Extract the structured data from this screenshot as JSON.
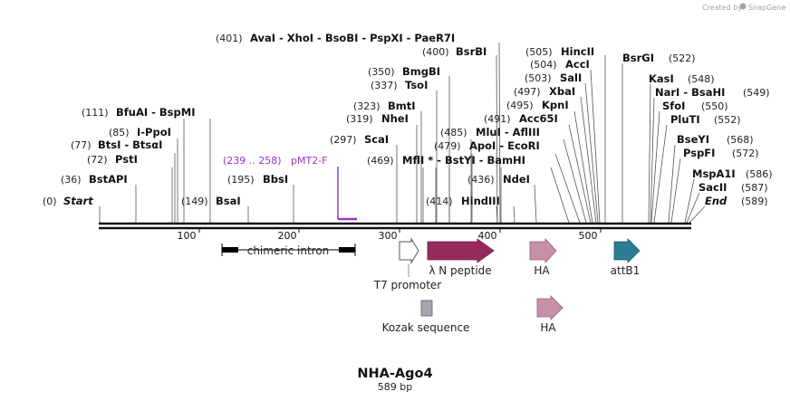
{
  "title": "NHA-Ago4",
  "length_label": "589 bp",
  "credit": {
    "text": "Created by",
    "brand": "SnapGene"
  },
  "ruler": {
    "ticks": [
      {
        "bp": 100,
        "label": "100"
      },
      {
        "bp": 200,
        "label": "200"
      },
      {
        "bp": 300,
        "label": "300"
      },
      {
        "bp": 400,
        "label": "400"
      },
      {
        "bp": 500,
        "label": "500"
      }
    ]
  },
  "sites": [
    {
      "id": "start",
      "pos": "(0)",
      "label": "Start"
    },
    {
      "id": "bstapi",
      "pos": "(36)",
      "label": "BstAPI"
    },
    {
      "id": "psti",
      "pos": "(72)",
      "label": "PstI"
    },
    {
      "id": "btsi",
      "pos": "(77)",
      "label": "BtsI - BtsαI"
    },
    {
      "id": "ippoi",
      "pos": "(85)",
      "label": "I-PpoI"
    },
    {
      "id": "bfuai",
      "pos": "(111)",
      "label": "BfuAI - BspMI"
    },
    {
      "id": "bsai",
      "pos": "(149)",
      "label": "BsaI"
    },
    {
      "id": "bbsi",
      "pos": "(195)",
      "label": "BbsI"
    },
    {
      "id": "scai",
      "pos": "(297)",
      "label": "ScaI"
    },
    {
      "id": "nhei",
      "pos": "(319)",
      "label": "NheI"
    },
    {
      "id": "bmti",
      "pos": "(323)",
      "label": "BmtI"
    },
    {
      "id": "tsoi",
      "pos": "(337)",
      "label": "TsoI"
    },
    {
      "id": "bmgbi",
      "pos": "(350)",
      "label": "BmgBI"
    },
    {
      "id": "bsrbi",
      "pos": "(400)",
      "label": "BsrBI"
    },
    {
      "id": "avai",
      "pos": "(401)",
      "label": "AvaI - XhoI - BsoBI - PspXI - PaeR7I"
    },
    {
      "id": "mfli",
      "pos": "(469)",
      "label": "MflI * - BstYI - BamHI"
    },
    {
      "id": "apoi",
      "pos": "(479)",
      "label": "ApoI - EcoRI"
    },
    {
      "id": "mlui",
      "pos": "(485)",
      "label": "MluI - AflIII"
    },
    {
      "id": "acc65i",
      "pos": "(491)",
      "label": "Acc65I"
    },
    {
      "id": "kpni",
      "pos": "(495)",
      "label": "KpnI"
    },
    {
      "id": "xbai",
      "pos": "(497)",
      "label": "XbaI"
    },
    {
      "id": "sali",
      "pos": "(503)",
      "label": "SalI"
    },
    {
      "id": "acci",
      "pos": "(504)",
      "label": "AccI"
    },
    {
      "id": "hincii",
      "pos": "(505)",
      "label": "HincII"
    },
    {
      "id": "hindiii",
      "pos": "(414)",
      "label": "HindIII"
    },
    {
      "id": "ndei",
      "pos": "(436)",
      "label": "NdeI"
    },
    {
      "id": "bsrgi",
      "pos": "(522)",
      "label": "BsrGI"
    },
    {
      "id": "kasi",
      "pos": "(548)",
      "label": "KasI"
    },
    {
      "id": "nari",
      "pos": "(549)",
      "label": "NarI - BsaHI"
    },
    {
      "id": "sfoi",
      "pos": "(550)",
      "label": "SfoI"
    },
    {
      "id": "pluti",
      "pos": "(552)",
      "label": "PluTI"
    },
    {
      "id": "bseyi",
      "pos": "(568)",
      "label": "BseYI"
    },
    {
      "id": "pspfi",
      "pos": "(572)",
      "label": "PspFI"
    },
    {
      "id": "mspa1i",
      "pos": "(586)",
      "label": "MspA1I"
    },
    {
      "id": "sacii",
      "pos": "(587)",
      "label": "SacII"
    },
    {
      "id": "end",
      "pos": "(589)",
      "label": "End"
    }
  ],
  "primer": {
    "range": "(239 .. 258)",
    "name": "pMT2-F",
    "color": "#9b34c9"
  },
  "features": [
    {
      "id": "intron",
      "name": "chimeric intron",
      "color": "#000000"
    },
    {
      "id": "t7",
      "name": "T7 promoter",
      "color": "#ffffff"
    },
    {
      "id": "lambda",
      "name": "λ N peptide",
      "color": "#962a5e"
    },
    {
      "id": "ha1",
      "name": "HA",
      "color": "#c88fa9"
    },
    {
      "id": "attb1",
      "name": "attB1",
      "color": "#2c7e96"
    },
    {
      "id": "kozak",
      "name": "Kozak sequence",
      "color": "#a3a8b0"
    },
    {
      "id": "ha2",
      "name": "HA",
      "color": "#c88fa9"
    }
  ]
}
